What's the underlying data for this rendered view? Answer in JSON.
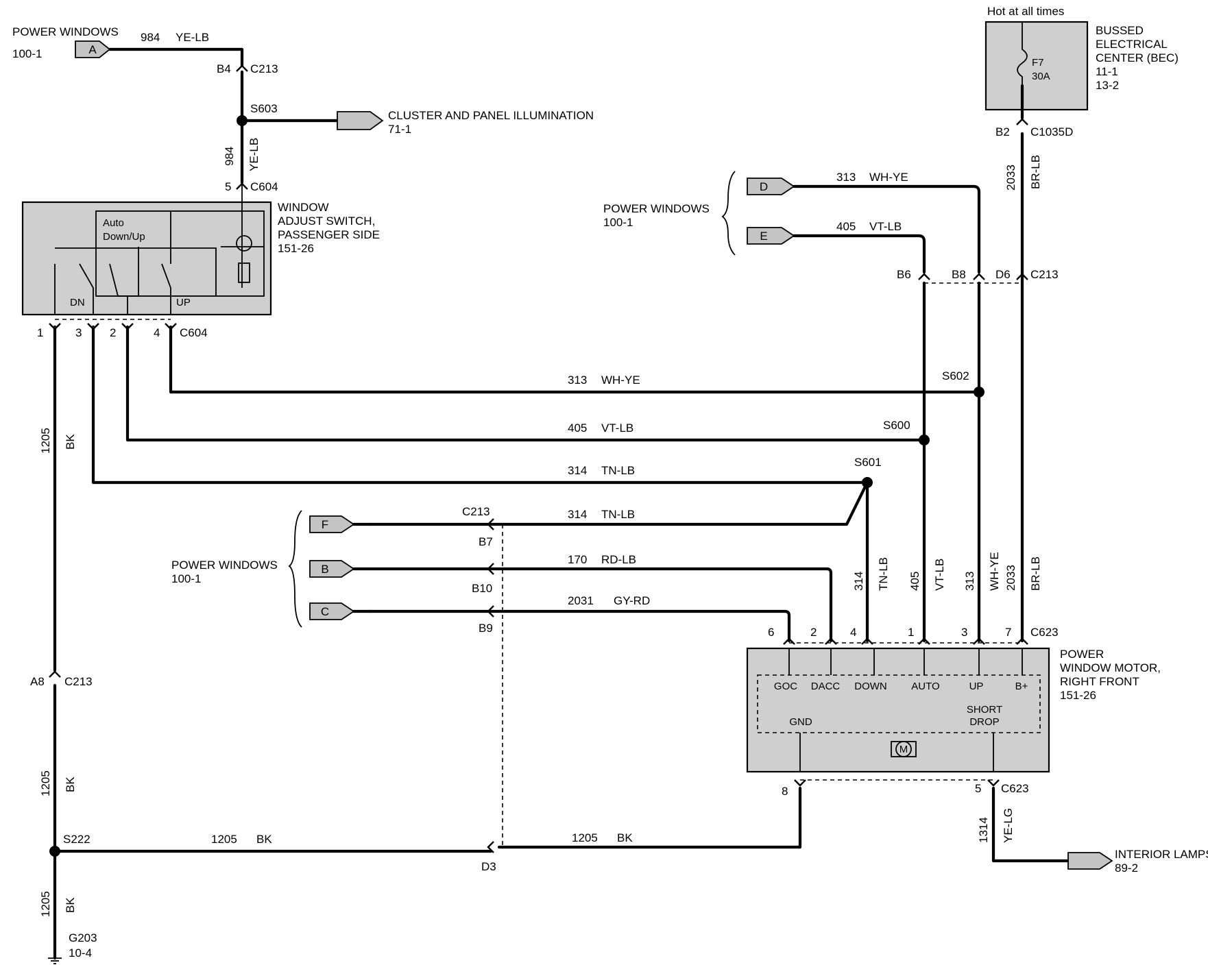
{
  "colors": {
    "ink": "#000000",
    "component_fill": "#cfcfcf",
    "background": "#ffffff"
  },
  "labels": {
    "pw_top": "POWER WINDOWS",
    "pw_top_ref": "100-1",
    "tag_a": "A",
    "w984": "984",
    "c_yelb": "YE-LB",
    "b4": "B4",
    "c213_top": "C213",
    "s603": "S603",
    "cluster": "CLUSTER AND PANEL ILLUMINATION",
    "cluster_ref": "71-1",
    "pin5": "5",
    "c604_top": "C604",
    "sw_name_1": "WINDOW",
    "sw_name_2": "ADJUST SWITCH,",
    "sw_name_3": "PASSENGER SIDE",
    "sw_ref": "151-26",
    "sw_auto_1": "Auto",
    "sw_auto_2": "Down/Up",
    "sw_dn": "DN",
    "sw_up": "UP",
    "sw_p1": "1",
    "sw_p3": "3",
    "sw_p2": "2",
    "sw_p4": "4",
    "c604_bot": "C604",
    "w1205": "1205",
    "c_bk": "BK",
    "hot": "Hot at all times",
    "bec_1": "BUSSED",
    "bec_2": "ELECTRICAL",
    "bec_3": "CENTER (BEC)",
    "bec_ref1": "11-1",
    "bec_ref2": "13-2",
    "fuse": "F7",
    "fuse_amp": "30A",
    "b2": "B2",
    "c1035d": "C1035D",
    "w2033": "2033",
    "c_brlb": "BR-LB",
    "pw_mid": "POWER WINDOWS",
    "pw_mid_ref": "100-1",
    "tag_d": "D",
    "tag_e": "E",
    "w313": "313",
    "c_whye": "WH-YE",
    "w405": "405",
    "c_vtlb": "VT-LB",
    "b6": "B6",
    "b8": "B8",
    "d6": "D6",
    "c213_right": "C213",
    "s602": "S602",
    "s600": "S600",
    "s601": "S601",
    "w314": "314",
    "c_tnlb": "TN-LB",
    "c213_left": "C213",
    "b7": "B7",
    "b10": "B10",
    "b9": "B9",
    "d3": "D3",
    "pw_low": "POWER WINDOWS",
    "pw_low_ref": "100-1",
    "tag_f": "F",
    "tag_b": "B",
    "tag_c": "C",
    "w170": "170",
    "c_rdlb": "RD-LB",
    "w2031": "2031",
    "c_gyrd": "GY-RD",
    "m_p6": "6",
    "m_p2": "2",
    "m_p4": "4",
    "m_p1": "1",
    "m_p3": "3",
    "m_p7": "7",
    "c623_top": "C623",
    "motor_1": "POWER",
    "motor_2": "WINDOW MOTOR,",
    "motor_3": "RIGHT FRONT",
    "motor_ref": "151-26",
    "m_goc": "GOC",
    "m_dacc": "DACC",
    "m_down": "DOWN",
    "m_auto": "AUTO",
    "m_up": "UP",
    "m_bplus": "B+",
    "m_short": "SHORT",
    "m_drop": "DROP",
    "m_gnd": "GND",
    "m_motor": "M",
    "m_p8": "8",
    "m_p5": "5",
    "c623_bot": "C623",
    "w1314": "1314",
    "c_yelg": "YE-LG",
    "interior": "INTERIOR LAMPS",
    "interior_ref": "89-2",
    "a8": "A8",
    "c213_gnd": "C213",
    "s222": "S222",
    "g203": "G203",
    "g203_ref": "10-4"
  }
}
